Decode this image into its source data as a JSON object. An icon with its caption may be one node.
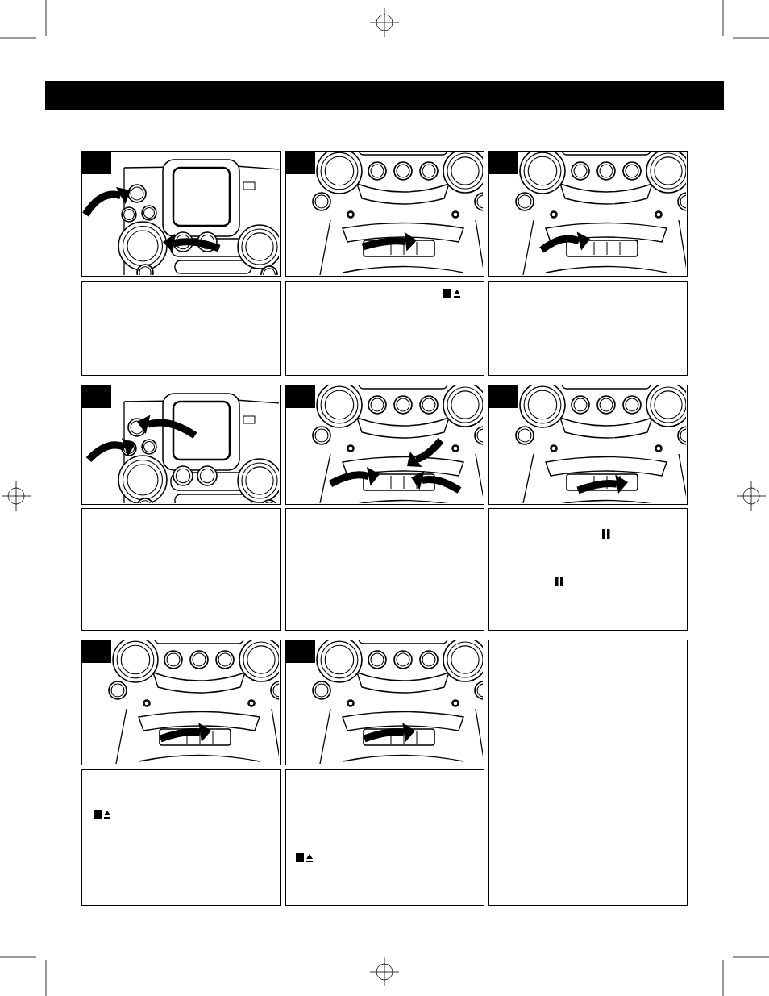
{
  "diagram": {
    "nodes": [
      {
        "text": [],
        "shape": "picture"
      },
      {
        "text": [],
        "shape": "picture"
      },
      {
        "text": [],
        "shape": "picture"
      },
      {
        "text": [],
        "shape": "box"
      },
      {
        "text": [],
        "shape": "box"
      },
      {
        "text": [],
        "shape": "box"
      },
      {
        "text": [],
        "shape": "picture"
      },
      {
        "text": [],
        "shape": "picture"
      },
      {
        "text": [],
        "shape": "picture"
      },
      {
        "text": [],
        "shape": "box"
      },
      {
        "text": [],
        "shape": "box"
      },
      {
        "text": [],
        "shape": "box"
      },
      {
        "text": [],
        "shape": "picture"
      },
      {
        "text": [],
        "shape": "picture"
      },
      {
        "text": [],
        "shape": "box"
      },
      {
        "text": [],
        "shape": "box"
      },
      {
        "text": [],
        "shape": "box"
      }
    ]
  }
}
